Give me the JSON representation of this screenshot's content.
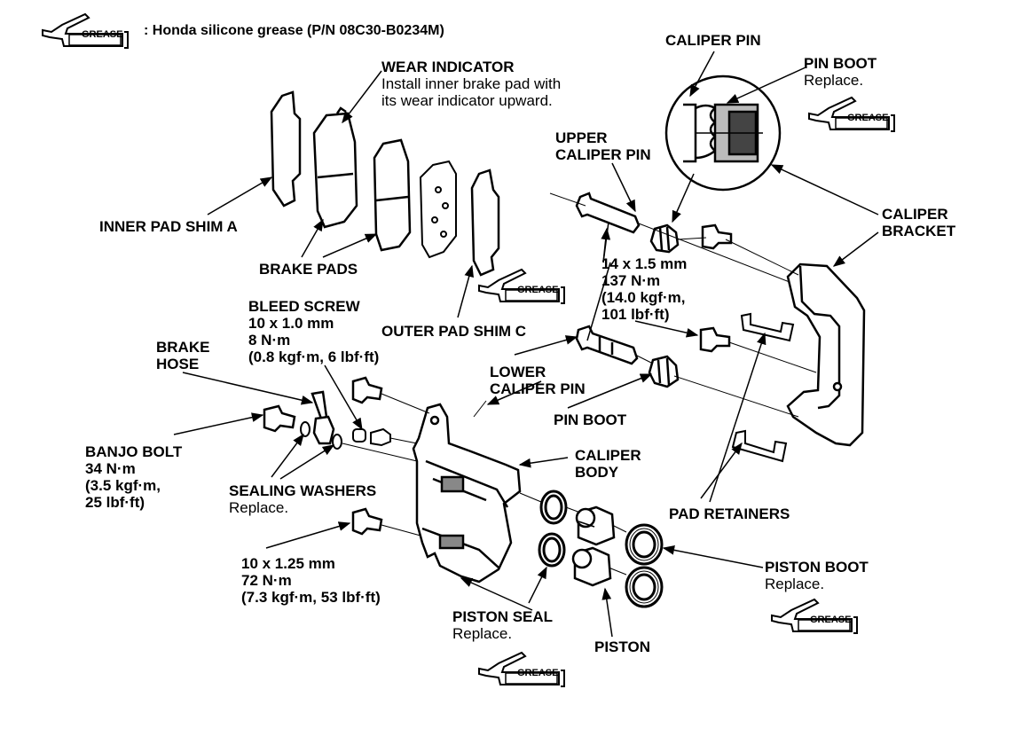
{
  "legend": {
    "icon": "grease-tube-icon",
    "badge": "GREASE",
    "text": ": Honda silicone grease (P/N 08C30-B0234M)"
  },
  "grease_badge": "GREASE",
  "labels": {
    "caliper_pin": "CALIPER PIN",
    "pin_boot_top": "PIN BOOT",
    "pin_boot_top_note": "Replace.",
    "wear_indicator": "WEAR INDICATOR",
    "wear_indicator_note1": "Install inner brake pad with",
    "wear_indicator_note2": "its wear indicator upward.",
    "upper_caliper_pin1": "UPPER",
    "upper_caliper_pin2": "CALIPER PIN",
    "caliper_bracket1": "CALIPER",
    "caliper_bracket2": "BRACKET",
    "inner_pad_shim": "INNER PAD SHIM A",
    "brake_pads": "BRAKE PADS",
    "torque_pin": [
      "14 x 1.5 mm",
      "137 N·m",
      "(14.0 kgf·m,",
      "101 lbf·ft)"
    ],
    "bleed_screw": "BLEED SCREW",
    "torque_bleed": [
      "10 x 1.0 mm",
      "8 N·m",
      "(0.8 kgf·m, 6 lbf·ft)"
    ],
    "outer_pad_shim": "OUTER PAD SHIM C",
    "brake_hose1": "BRAKE",
    "brake_hose2": "HOSE",
    "lower_caliper_pin1": "LOWER",
    "lower_caliper_pin2": "CALIPER PIN",
    "pin_boot_mid": "PIN BOOT",
    "banjo_bolt": "BANJO BOLT",
    "torque_banjo": [
      "34 N·m",
      "(3.5 kgf·m,",
      "25 lbf·ft)"
    ],
    "caliper_body1": "CALIPER",
    "caliper_body2": "BODY",
    "sealing_washers": "SEALING WASHERS",
    "sealing_washers_note": "Replace.",
    "pad_retainers": "PAD RETAINERS",
    "torque_mount": [
      "10 x 1.25 mm",
      "72 N·m",
      "(7.3 kgf·m, 53 lbf·ft)"
    ],
    "piston_boot": "PISTON BOOT",
    "piston_boot_note": "Replace.",
    "piston_seal": "PISTON SEAL",
    "piston_seal_note": "Replace.",
    "piston": "PISTON"
  }
}
